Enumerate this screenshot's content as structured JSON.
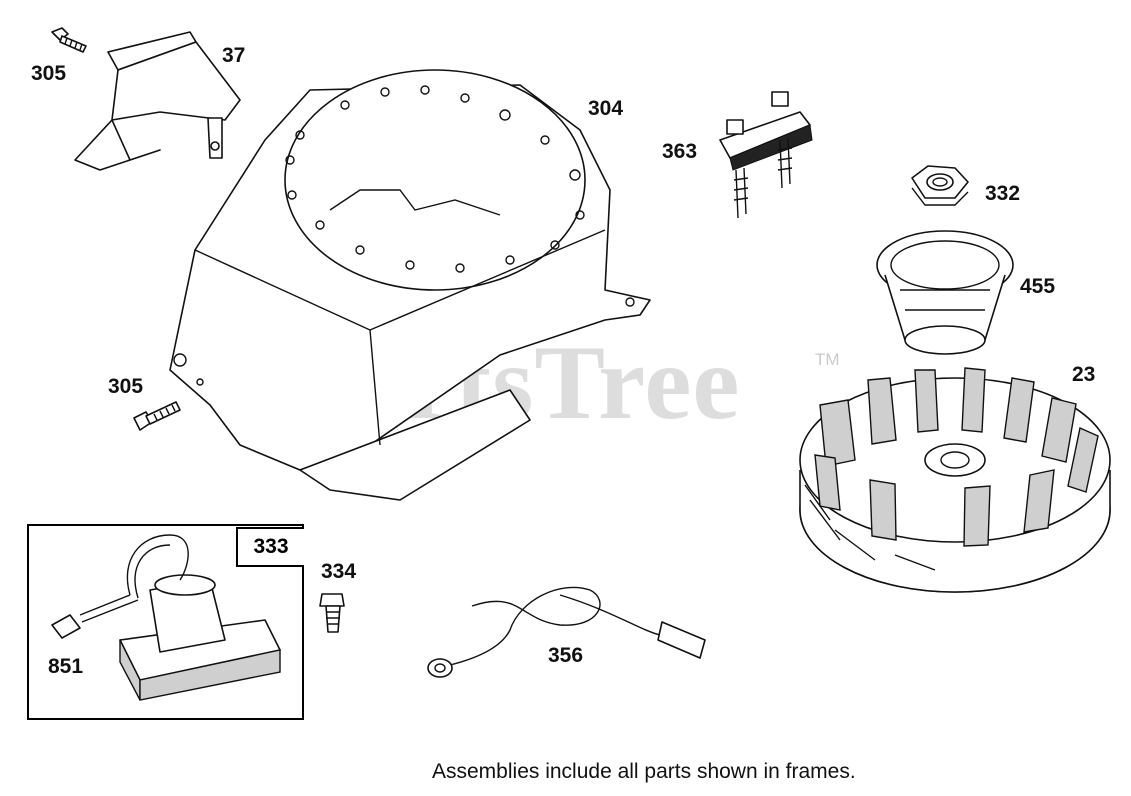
{
  "diagram": {
    "watermark": "PartsTree",
    "watermark_tm": "TM",
    "footer_note": "Assemblies include all parts shown in frames.",
    "frame_label": "333",
    "callouts": {
      "screw_top": "305",
      "baffle": "37",
      "blower_housing": "304",
      "bracket": "363",
      "nut": "332",
      "cup": "455",
      "flywheel": "23",
      "screw_left": "305",
      "screw_small": "334",
      "wire": "356",
      "armature": "851"
    },
    "colors": {
      "line": "#111111",
      "watermark": "#969696",
      "background": "#ffffff"
    }
  }
}
